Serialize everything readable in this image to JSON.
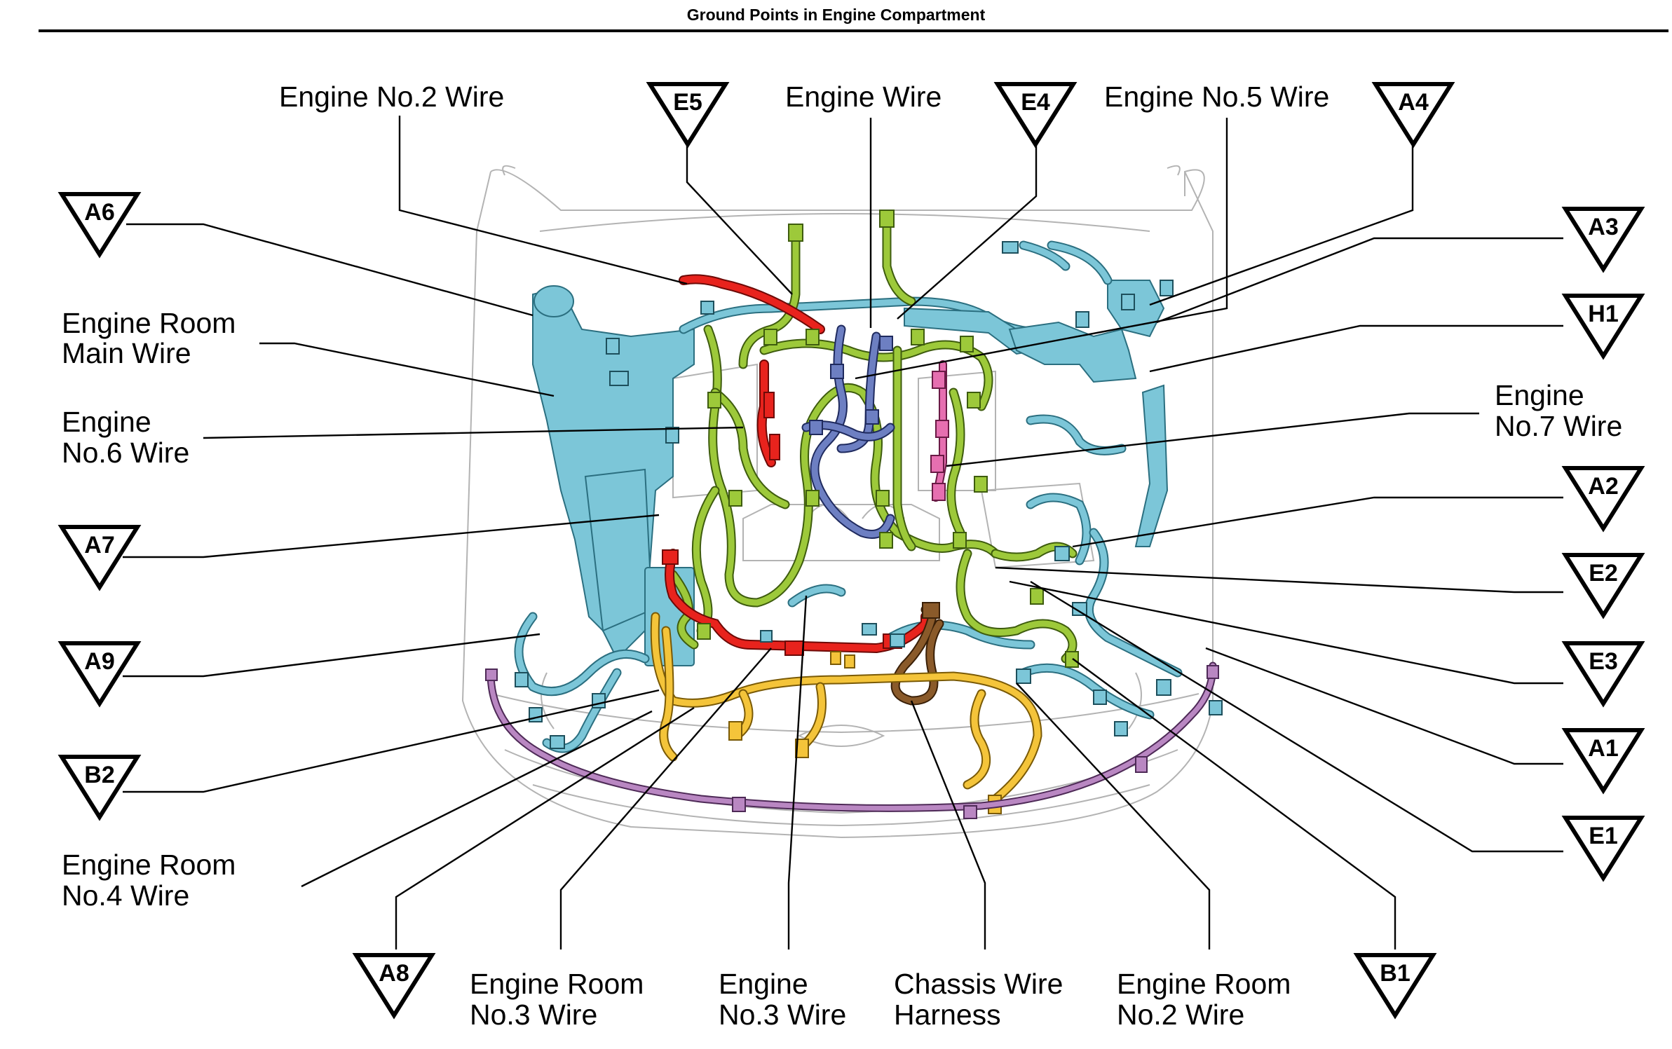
{
  "title": "Ground Points in Engine Compartment",
  "labels": {
    "engine_no2_wire": "Engine No.2 Wire",
    "engine_wire": "Engine Wire",
    "engine_no5_wire": "Engine No.5 Wire",
    "engine_room_main_wire": [
      "Engine Room",
      "Main Wire"
    ],
    "engine_no6_wire": [
      "Engine",
      "No.6 Wire"
    ],
    "engine_no7_wire": [
      "Engine",
      "No.7 Wire"
    ],
    "engine_room_no4_wire": [
      "Engine Room",
      "No.4 Wire"
    ],
    "engine_room_no3_wire": [
      "Engine Room",
      "No.3 Wire"
    ],
    "engine_no3_wire": [
      "Engine",
      "No.3 Wire"
    ],
    "chassis_wire_harness": [
      "Chassis Wire",
      "Harness"
    ],
    "engine_room_no2_wire": [
      "Engine Room",
      "No.2 Wire"
    ]
  },
  "ground_points": [
    "E5",
    "E4",
    "A4",
    "A6",
    "A3",
    "H1",
    "A7",
    "A2",
    "E2",
    "A9",
    "E3",
    "A1",
    "B2",
    "E1",
    "A8",
    "B1"
  ],
  "wire_colors": {
    "engine_room_main": "#7cc6d8",
    "engine": "#9dc93a",
    "engine_no2": "#e8231d",
    "engine_no5": "#6d7fc2",
    "engine_no7": "#e66fb0",
    "engine_room_no3": "#f4c43a",
    "chassis": "#8a5a2a",
    "front": "#b987c2"
  }
}
